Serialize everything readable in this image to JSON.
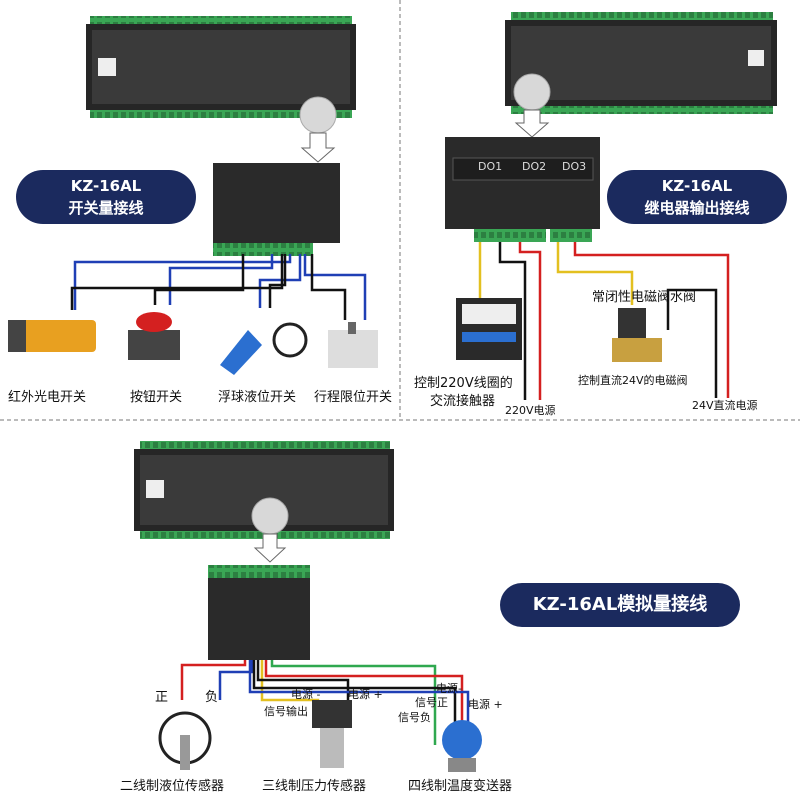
{
  "badges": {
    "switch": {
      "line1": "KZ-16AL",
      "line2": "开关量接线"
    },
    "relay": {
      "line1": "KZ-16AL",
      "line2": "继电器输出接线"
    },
    "analog": {
      "text": "KZ-16AL模拟量接线"
    }
  },
  "section1": {
    "sensors": [
      {
        "label": "红外光电开关",
        "icon": "photoelectric-sensor-icon"
      },
      {
        "label": "按钮开关",
        "icon": "push-button-icon"
      },
      {
        "label": "浮球液位开关",
        "icon": "float-switch-icon"
      },
      {
        "label": "行程限位开关",
        "icon": "limit-switch-icon"
      }
    ]
  },
  "section2": {
    "relay_headers": [
      "DO1",
      "DO2",
      "DO3"
    ],
    "contactor_label_1": "控制220V线圈的",
    "contactor_label_2": "交流接触器",
    "power_220": "220V电源",
    "valve_top": "常闭性电磁阀水阀",
    "valve_bottom": "控制直流24V的电磁阀",
    "power_24": "24V直流电源"
  },
  "section3": {
    "pos": "正",
    "neg": "负",
    "power_neg_1": "电源 -",
    "power_pos_1": "电源 +",
    "signal_out": "信号输出",
    "signal_pos": "信号正",
    "signal_neg": "信号负",
    "power_neg_2": "电源-",
    "power_pos_2": "电源 +",
    "sensors": [
      {
        "label": "二线制液位传感器",
        "icon": "level-sensor-icon"
      },
      {
        "label": "三线制压力传感器",
        "icon": "pressure-sensor-icon"
      },
      {
        "label": "四线制温度变送器",
        "icon": "temperature-transmitter-icon"
      }
    ]
  },
  "colors": {
    "badge": "#1b2a5e",
    "wire_blue": "#1f3fb5",
    "wire_red": "#d42020",
    "wire_yellow": "#e3c020",
    "wire_green": "#2fa84f",
    "wire_black": "#111111",
    "terminal_green": "#3aa655",
    "device_dark": "#2a2a2a"
  }
}
